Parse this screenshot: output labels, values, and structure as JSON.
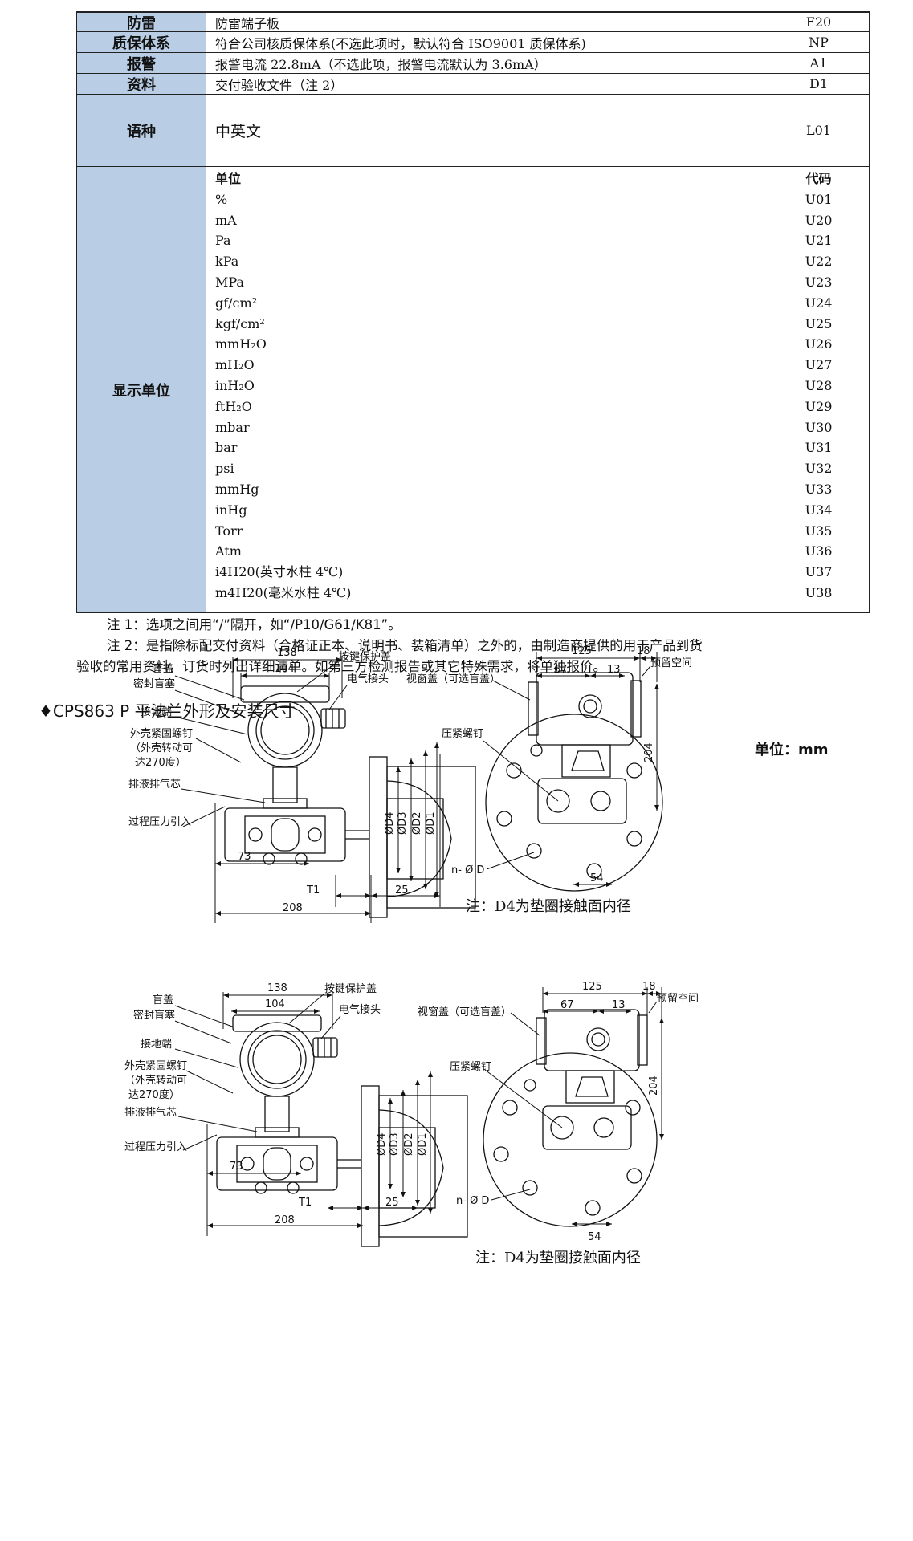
{
  "table": {
    "rows": [
      {
        "label": "防雷",
        "desc": "防雷端子板",
        "code": "F20"
      },
      {
        "label": "质保体系",
        "desc": "符合公司核质保体系(不选此项时，默认符合 ISO9001 质保体系)",
        "code": "NP"
      },
      {
        "label": "报警",
        "desc": "报警电流 22.8mA（不选此项，报警电流默认为 3.6mA）",
        "code": "A1"
      },
      {
        "label": "资料",
        "desc": "交付验收文件（注 2）",
        "code": "D1"
      },
      {
        "label": "语种",
        "desc": "中英文",
        "code": "L01"
      }
    ],
    "display_units": {
      "label": "显示单位",
      "unit_header": "单位",
      "code_header": "代码",
      "units": [
        "%",
        "mA",
        "Pa",
        "kPa",
        "MPa",
        "gf/cm²",
        "kgf/cm²",
        "mmH₂O",
        "mH₂O",
        "inH₂O",
        "ftH₂O",
        "mbar",
        "bar",
        "psi",
        "mmHg",
        "inHg",
        "Torr",
        "Atm",
        "i4H20(英寸水柱 4℃)",
        "m4H20(毫米水柱 4℃)"
      ],
      "codes": [
        "U01",
        "U20",
        "U21",
        "U22",
        "U23",
        "U24",
        "U25",
        "U26",
        "U27",
        "U28",
        "U29",
        "U30",
        "U31",
        "U32",
        "U33",
        "U34",
        "U35",
        "U36",
        "U37",
        "U38"
      ]
    }
  },
  "notes": {
    "note1": "注 1：选项之间用“/”隔开，如“/P10/G61/K81”。",
    "note2_line1": "注 2：是指除标配交付资料（合格证正本、说明书、装箱清单）之外的，由制造商提供的用于产品到货",
    "note2_line2": "验收的常用资料，订货时列出详细清单。如第三方检测报告或其它特殊需求，将单独报价。"
  },
  "section": {
    "title": "♦CPS863 P 平法兰外形及安装尺寸",
    "unit": "单位：mm"
  },
  "drawing": {
    "labels": {
      "blind_cover": "盲盖",
      "seal_plug": "密封盲塞",
      "ground": "接地端",
      "housing_screw_1": "外壳紧固螺钉",
      "housing_screw_2": "（外壳转动可",
      "housing_screw_3": "达270度）",
      "drain_vent": "排液排气芯",
      "process_inlet": "过程压力引入",
      "key_cover": "按键保护盖",
      "electric_conn": "电气接头",
      "window_cover": "视窗盖（可选盲盖）",
      "reserved_space": "预留空间",
      "press_screw": "压紧螺钉",
      "n_d": "n- Ø D",
      "note_d4": "注：D4为垫圈接触面内径"
    },
    "dims": {
      "d138": "138",
      "d104": "104",
      "d73": "73",
      "d208": "208",
      "t1": "T1",
      "d25": "25",
      "od4": "ØD4",
      "od3": "ØD3",
      "od2": "ØD2",
      "od1": "ØD1",
      "d125": "125",
      "d18": "18",
      "d67": "67",
      "d13": "13",
      "d204": "204",
      "d54": "54"
    }
  }
}
